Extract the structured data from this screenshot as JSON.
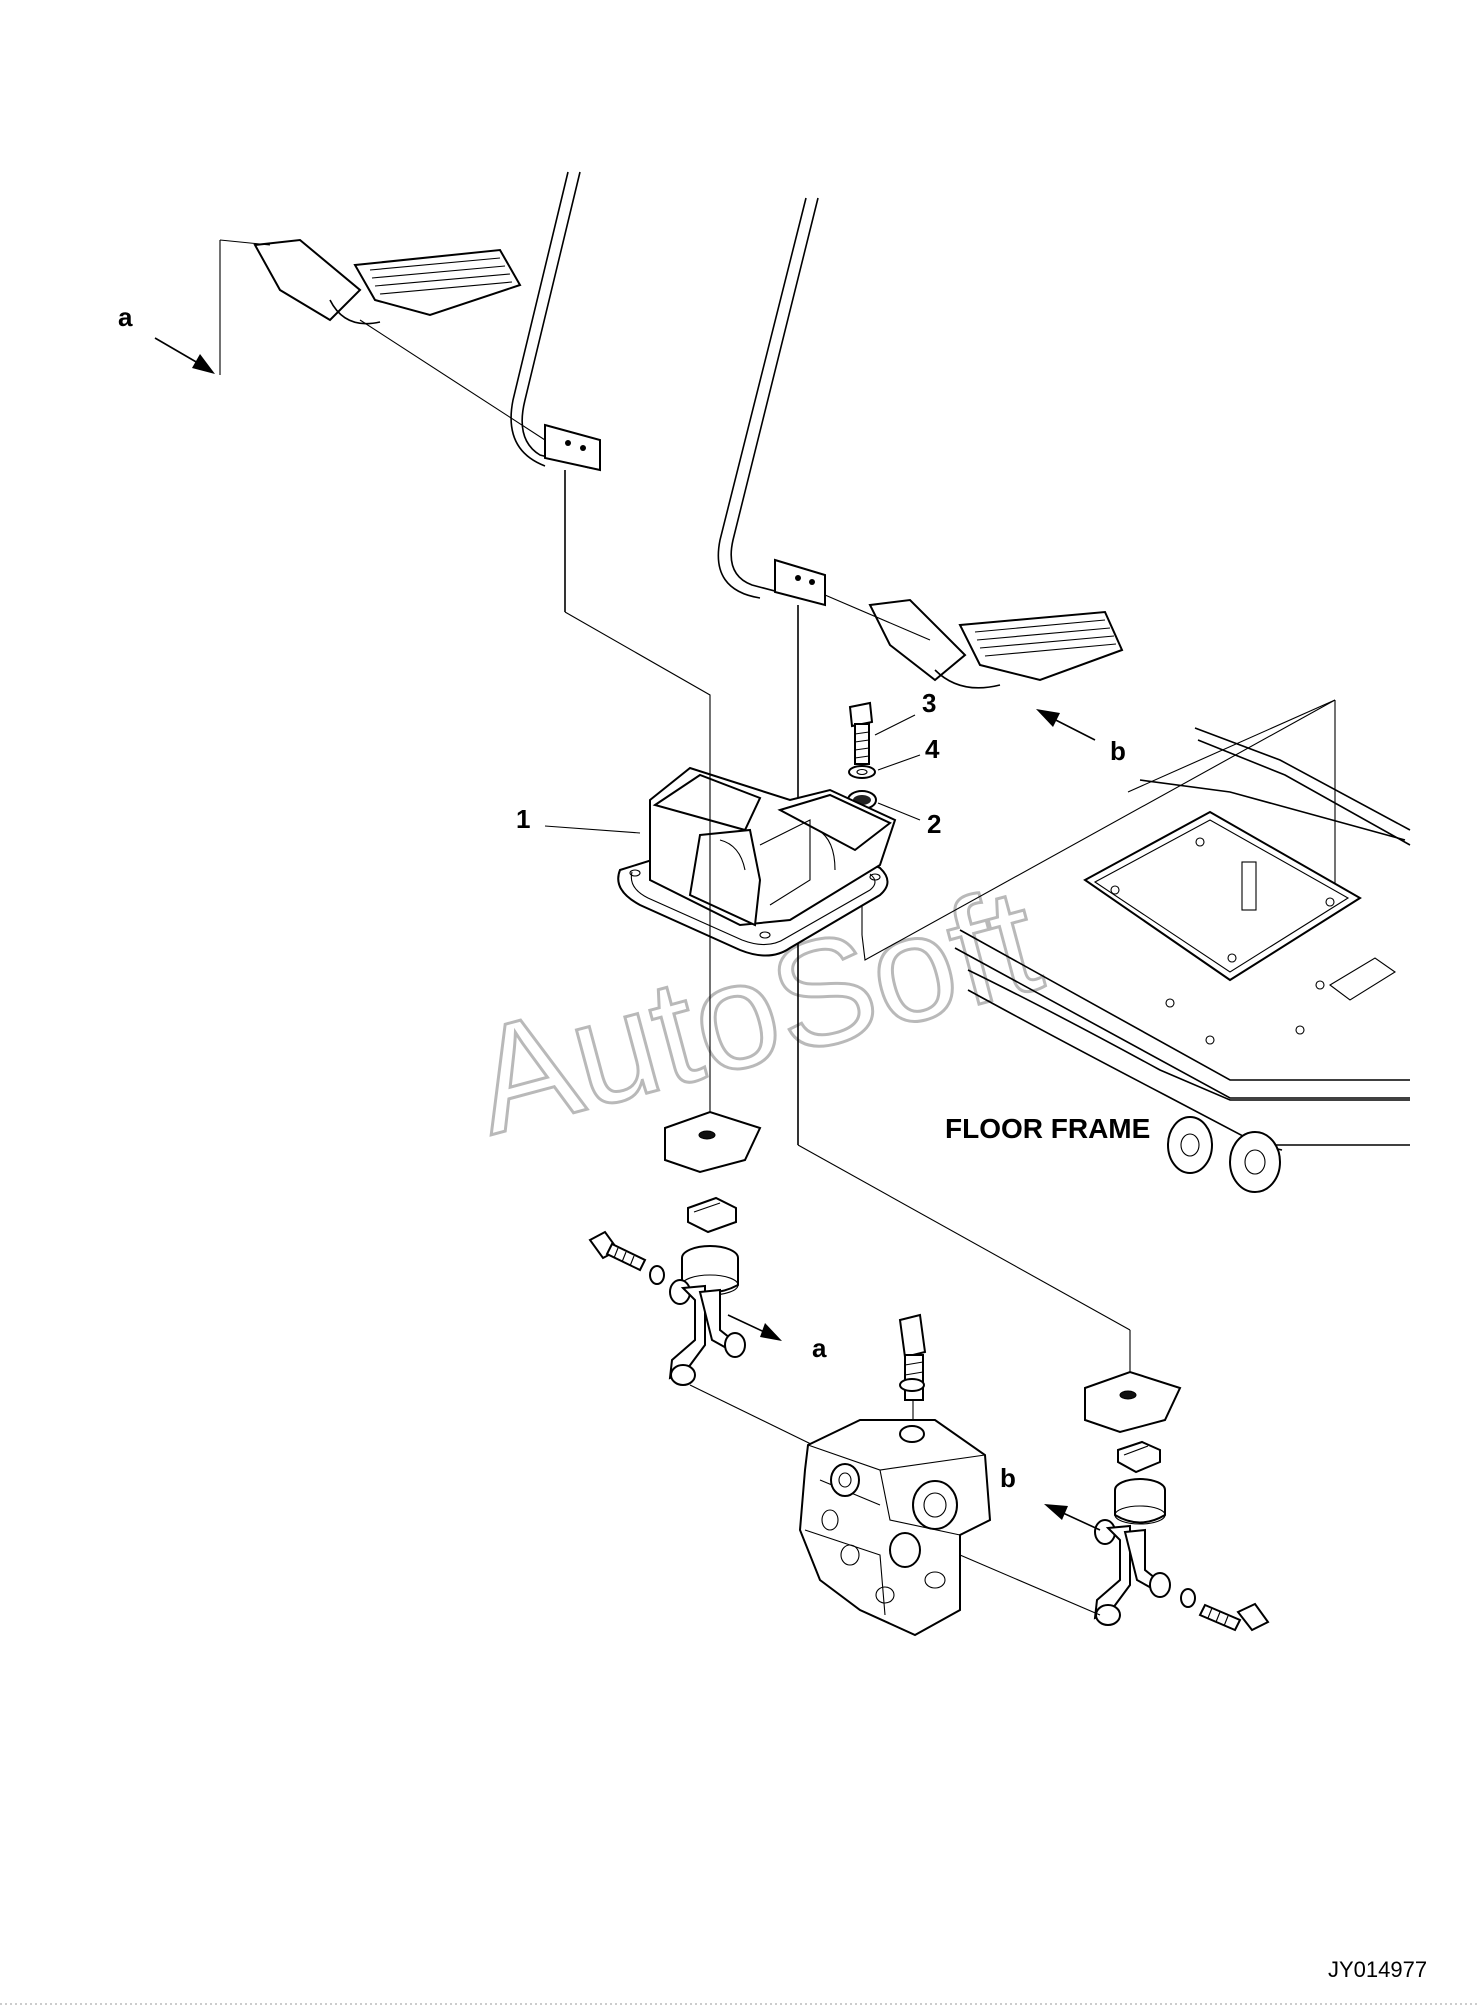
{
  "callouts": {
    "part_1": "1",
    "part_2": "2",
    "part_3": "3",
    "part_4": "4"
  },
  "arrows": {
    "a_upper": "a",
    "b_upper": "b",
    "a_lower": "a",
    "b_lower": "b"
  },
  "labels": {
    "floor_frame": "FLOOR FRAME",
    "watermark": "AutoSoft",
    "drawing_number": "JY014977"
  }
}
